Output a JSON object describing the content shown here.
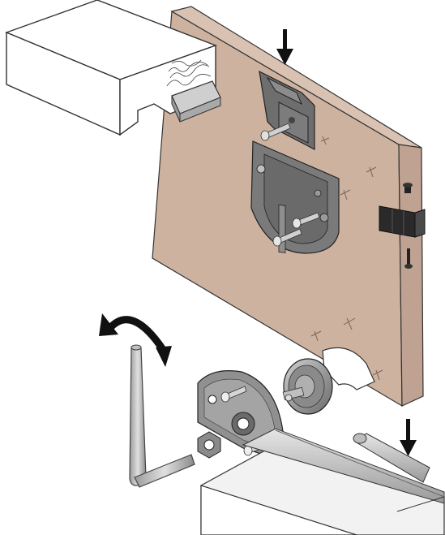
{
  "illustration": {
    "panel_color": "#cdb2a0",
    "panel_edge_color": "#bfa291",
    "hardware_color": "#8a8a8a",
    "hardware_light": "#b9b9b9",
    "hardware_dark": "#5c5c5c",
    "outline_color": "#333333",
    "parts": [
      "header-beam",
      "track-clip",
      "door-panel",
      "top-mounting-bracket",
      "hanger-plate",
      "floor-guide",
      "allen-key",
      "rotation-arrow",
      "wheel-plate",
      "hex-nut",
      "roller-wheel",
      "bottom-track",
      "end-stop-cap"
    ],
    "arrows": [
      "down-arrow-top",
      "down-arrow-bottom"
    ]
  }
}
